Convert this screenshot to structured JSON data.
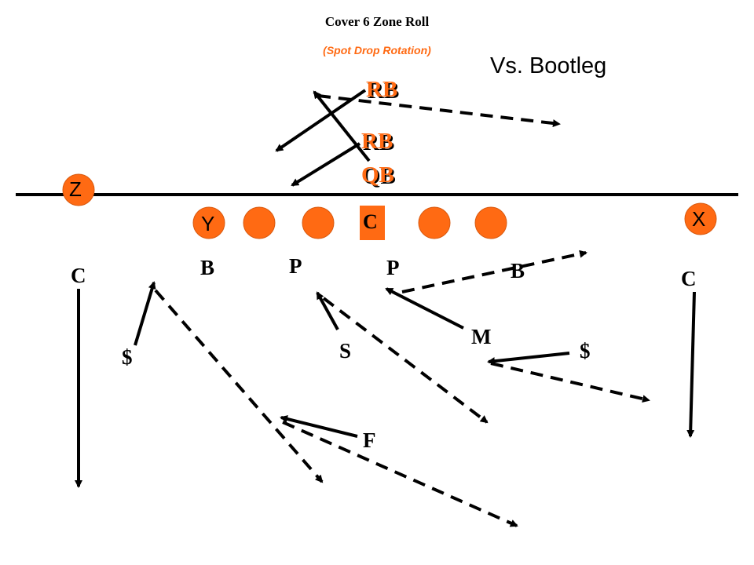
{
  "title": "Cover 6 Zone Roll",
  "subtitle": "(Spot Drop Rotation)",
  "note": "Vs. Bootleg",
  "colors": {
    "offense": "#ff6a13",
    "line": "#000000",
    "background": "#ffffff",
    "subtitle": "#ff6a13"
  },
  "offense": {
    "rb_top": "RB",
    "rb_mid": "RB",
    "qb": "QB",
    "z": "Z",
    "y": "Y",
    "center": "C",
    "x": "X"
  },
  "defense": {
    "corner_left": "C",
    "corner_right": "C",
    "end_left": "B",
    "end_right": "B",
    "tackle_left": "P",
    "tackle_right": "P",
    "mike": "M",
    "sam": "S",
    "rover_left": "$",
    "rover_right": "$",
    "free": "F"
  }
}
